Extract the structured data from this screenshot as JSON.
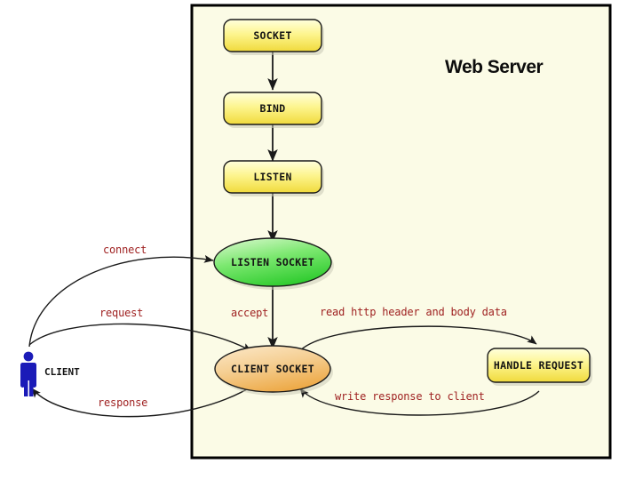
{
  "diagram": {
    "title": "Web Server",
    "frame": {
      "label": "web-server-boundary"
    },
    "actor": {
      "label": "CLIENT",
      "icon": "person-icon",
      "color": "#1b1bb8"
    },
    "process_nodes": [
      {
        "id": "socket",
        "label": "SOCKET"
      },
      {
        "id": "bind",
        "label": "BIND"
      },
      {
        "id": "listen",
        "label": "LISTEN"
      },
      {
        "id": "handle_request",
        "label": "HANDLE REQUEST"
      }
    ],
    "state_nodes": [
      {
        "id": "listen_socket",
        "label": "LISTEN SOCKET",
        "color": "#4dd24d"
      },
      {
        "id": "client_socket",
        "label": "CLIENT SOCKET",
        "color": "#f0b060"
      }
    ],
    "edge_labels": [
      {
        "id": "connect",
        "label": "connect"
      },
      {
        "id": "request",
        "label": "request"
      },
      {
        "id": "response",
        "label": "response"
      },
      {
        "id": "accept",
        "label": "accept"
      },
      {
        "id": "read",
        "label": "read http header and body data"
      },
      {
        "id": "write",
        "label": "write response to client"
      }
    ],
    "colors": {
      "frame_background": "#fbfbe6",
      "frame_border": "#000000",
      "process_fill_top": "#ffffcc",
      "process_fill_bottom": "#f2dc43",
      "edge_label_color": "#9e1f1f",
      "arrow_color": "#1a1a1a"
    }
  }
}
